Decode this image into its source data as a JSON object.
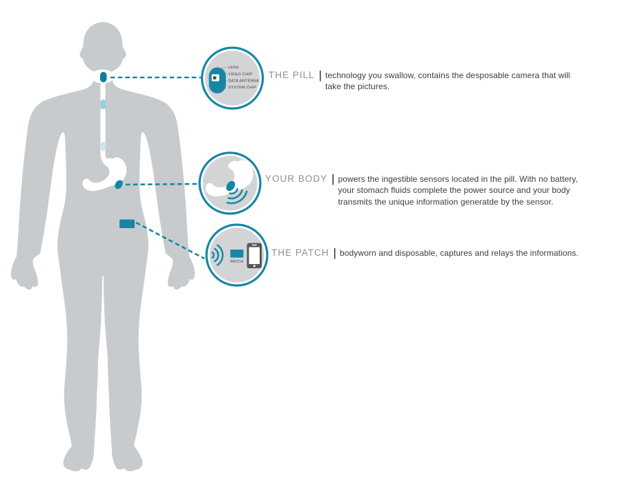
{
  "palette": {
    "teal": "#1786a4",
    "dark_teal_pill": "#0f7d9c",
    "light_teal_pill": "#9ccfdf",
    "pale_teal_pill": "#cfe5ec",
    "body_gray": "#c8cbcd",
    "circle_fill": "#d2d4d6",
    "heading_gray": "#8e8f91",
    "text_dark": "#3b3b3c",
    "phone_dark": "#55575a"
  },
  "figure": {
    "type": "human-body-silhouette",
    "markers": [
      "pill-in-throat",
      "esophagus-pill-upper",
      "esophagus-pill-lower",
      "pill-in-stomach",
      "body-patch"
    ]
  },
  "callouts": [
    {
      "id": "pill",
      "title": "THE PILL",
      "separator": "|",
      "description": "technology you swallow, contains the desposable camera that will\ntake the pictures.",
      "icon": "pill-capsule-icon",
      "diagram_labels": [
        "LENS",
        "VIDEO CHIP",
        "DATA ANTENNA",
        "SYSTEM CHIP"
      ]
    },
    {
      "id": "body",
      "title": "YOUR BODY",
      "separator": "|",
      "description": "powers the ingestible sensors located in the pill. With no battery,\nyour stomach fluids complete the power source and your body\ntransmits the unique information generatde by the sensor.",
      "icon": "stomach-signal-icon",
      "diagram_labels": []
    },
    {
      "id": "patch",
      "title": "THE PATCH",
      "separator": "|",
      "description": "bodyworn and disposable, captures and relays the informations.",
      "icon": "patch-signal-phone-icon",
      "diagram_labels": [
        "PATCH"
      ]
    }
  ]
}
